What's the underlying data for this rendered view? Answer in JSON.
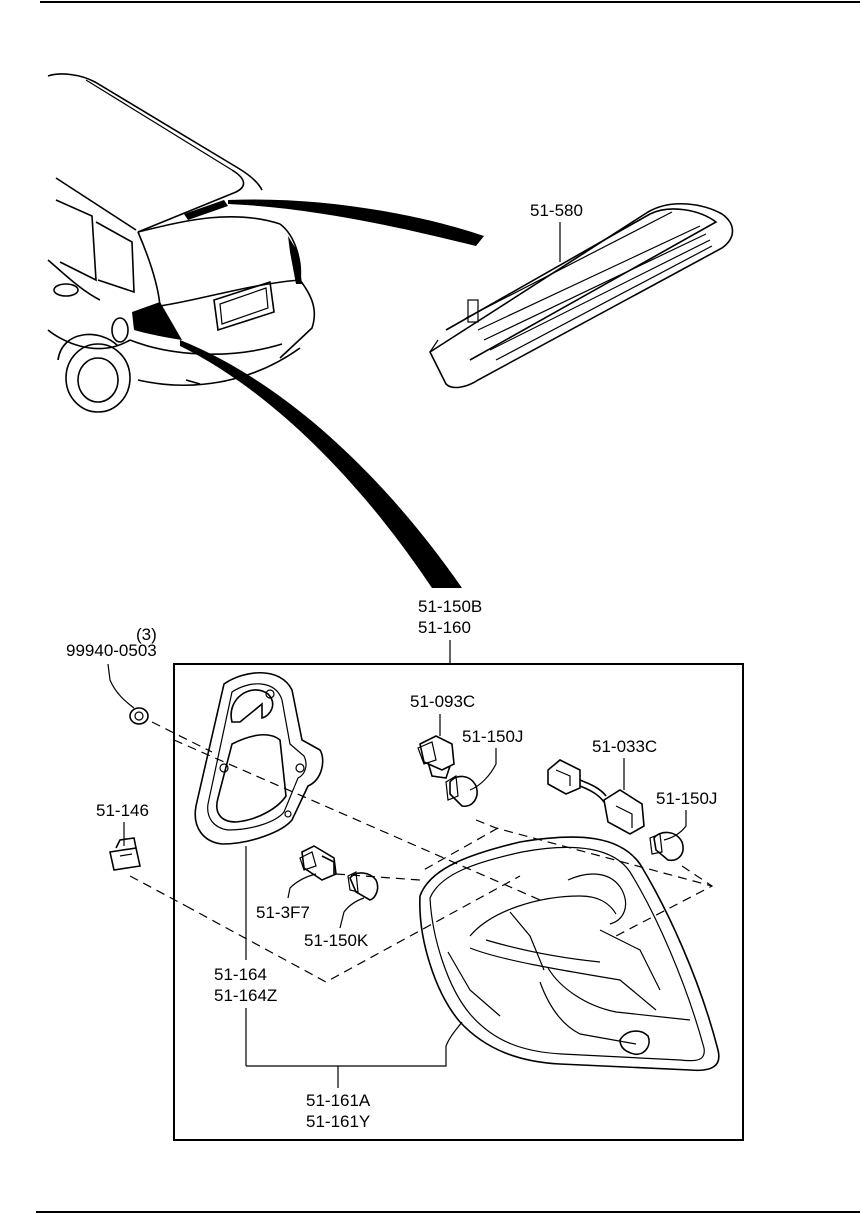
{
  "labels": {
    "high_mount_lamp": "51-580",
    "rear_combination_lamp": "51-150B",
    "rear_combination_lamp_alt": "51-160",
    "qty": "(3)",
    "nut_part": "99940-0503",
    "clip": "51-146",
    "socket_main": "51-093C",
    "bulb_upper": "51-150J",
    "socket_harness": "51-033C",
    "bulb_right": "51-150J",
    "socket_small": "51-3F7",
    "bulb_small": "51-150K",
    "gasket": "51-164",
    "gasket_alt": "51-164Z",
    "lens_housing": "51-161A",
    "lens_housing_alt": "51-161Y"
  },
  "colors": {
    "ink": "#000000",
    "paper": "#ffffff"
  }
}
